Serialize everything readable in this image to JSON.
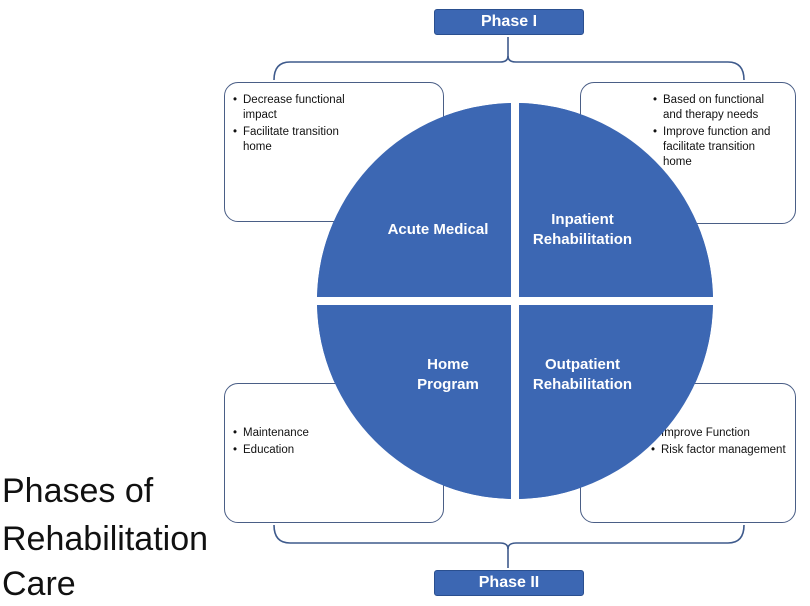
{
  "phases": {
    "top": "Phase I",
    "bottom": "Phase II"
  },
  "quadrants": {
    "top_left": [
      "Acute Medical"
    ],
    "top_right": [
      "Inpatient",
      "Rehabilitation"
    ],
    "bottom_left": [
      "Home",
      "Program"
    ],
    "bottom_right": [
      "Outpatient",
      "Rehabilitation"
    ]
  },
  "notes": {
    "top_left": [
      "Decrease functional impact",
      "Facilitate transition home"
    ],
    "top_right": [
      "Based on functional and therapy needs",
      "Improve function and facilitate transition home"
    ],
    "bottom_left": [
      "Maintenance",
      "Education"
    ],
    "bottom_right": [
      "Improve Function",
      "Risk factor management"
    ]
  },
  "title": [
    "Phases of",
    "Rehabilitation",
    "Care"
  ],
  "colors": {
    "quadrant_fill": "#3c67b3",
    "bracket": "#3e5a8c"
  }
}
